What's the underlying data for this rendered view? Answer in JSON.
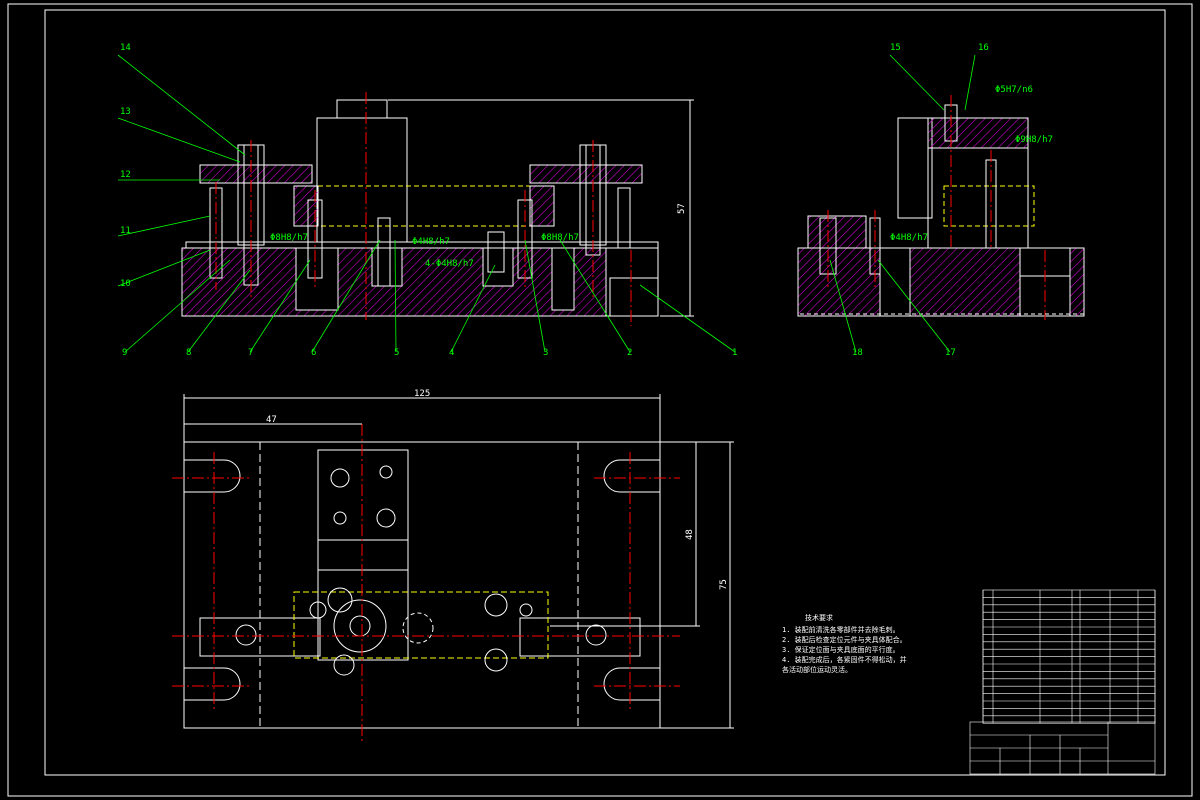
{
  "drawing": {
    "front_view": {
      "callouts": [
        "14",
        "13",
        "12",
        "11",
        "10",
        "9",
        "8",
        "7",
        "6",
        "5",
        "4",
        "3",
        "2",
        "1"
      ],
      "fits": [
        "Φ8H8/h7",
        "Φ4H8/h7",
        "4-Φ4H8/h7",
        "Φ8H8/h7"
      ],
      "dimension_height": "57"
    },
    "side_view": {
      "callouts": [
        "15",
        "16",
        "18",
        "17"
      ],
      "fits": [
        "Φ5H7/n6",
        "Φ9H8/h7",
        "Φ4H8/h7"
      ]
    },
    "top_view": {
      "dimensions": [
        "125",
        "47",
        "48",
        "75"
      ]
    },
    "notes": {
      "title": "技术要求",
      "lines": [
        "1. 装配前清洗各零部件并去除毛刺。",
        "2. 装配后检查定位元件与夹具体配合。",
        "3. 保证定位面与夹具底面的平行度。",
        "4. 装配完成后，各紧固件不得松动，并",
        "各活动部位运动灵活。"
      ]
    }
  },
  "colors": {
    "background": "#000000",
    "outline": "#ffffff",
    "leader": "#00ff00",
    "center_line": "#ff0000",
    "hatch": "#cc00cc",
    "hidden": "#ffff00"
  }
}
